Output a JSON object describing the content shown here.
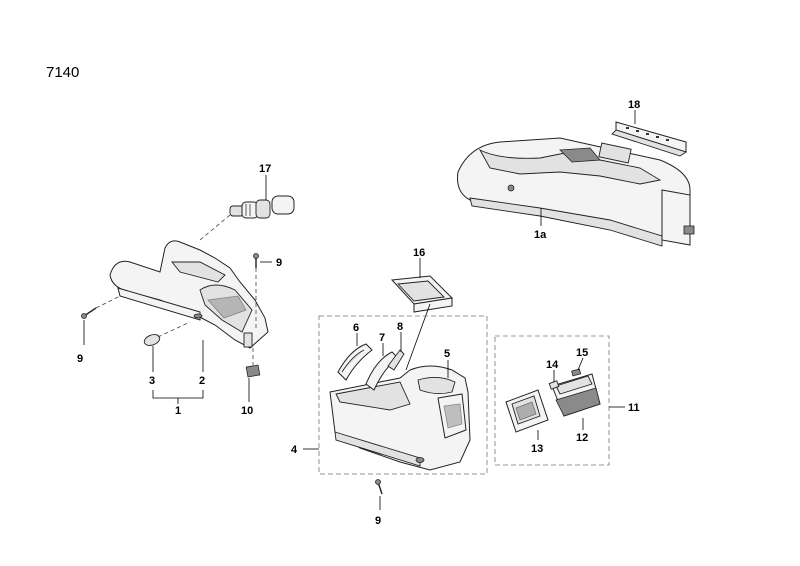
{
  "diagram": {
    "code": "7140",
    "labels": {
      "l1": "1",
      "l1a": "1a",
      "l2": "2",
      "l3": "3",
      "l4": "4",
      "l5": "5",
      "l6": "6",
      "l7": "7",
      "l8": "8",
      "l9a": "9",
      "l9b": "9",
      "l9c": "9",
      "l10": "10",
      "l11": "11",
      "l12": "12",
      "l13": "13",
      "l14": "14",
      "l15": "15",
      "l16": "16",
      "l17": "17",
      "l18": "18"
    }
  }
}
